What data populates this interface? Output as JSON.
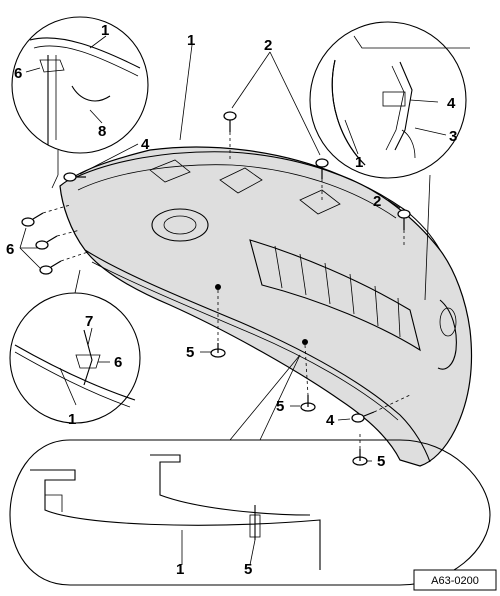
{
  "figure_ref": "A63-0200",
  "callouts": {
    "detail_top_left": {
      "part_1": "1",
      "part_6": "6",
      "part_8": "8"
    },
    "detail_top_right": {
      "part_4": "4",
      "part_3": "3",
      "part_1": "1"
    },
    "detail_mid_left": {
      "part_7": "7",
      "part_6": "6",
      "part_1": "1"
    },
    "detail_bottom": {
      "part_1": "1",
      "part_5": "5"
    },
    "main": {
      "part_1": "1",
      "part_2_top": "2",
      "part_2_right": "2",
      "part_4_left": "4",
      "part_6_left": "6",
      "part_5_center": "5",
      "part_5_mid": "5",
      "part_4_lower": "4",
      "part_5_lower": "5"
    }
  },
  "colors": {
    "bumper_fill": "#dedede",
    "grille_fill": "#cfcfcf",
    "line": "#000000",
    "background": "#ffffff"
  }
}
